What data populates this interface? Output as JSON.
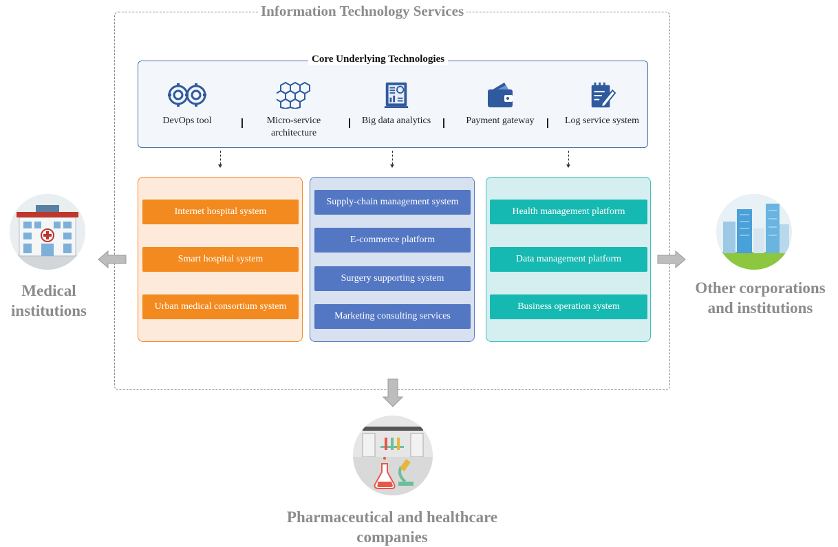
{
  "title": "Information Technology Services",
  "core": {
    "title": "Core Underlying Technologies",
    "items": [
      {
        "label": "DevOps tool",
        "icon": "devops-gears-icon"
      },
      {
        "label": "Micro-service architecture",
        "icon": "hexagon-cluster-icon"
      },
      {
        "label": "Big data analytics",
        "icon": "analytics-dashboard-icon"
      },
      {
        "label": "Payment gateway",
        "icon": "wallet-icon"
      },
      {
        "label": "Log service system",
        "icon": "notepad-pen-icon"
      }
    ]
  },
  "columns": {
    "orange": [
      "Internet hospital system",
      "Smart hospital system",
      "Urban medical consortium system"
    ],
    "blue": [
      "Supply-chain management system",
      "E-commerce platform",
      "Surgery supporting system",
      "Marketing consulting services"
    ],
    "teal": [
      "Health management platform",
      "Data management platform",
      "Business operation system"
    ]
  },
  "targets": {
    "left": "Medical institutions",
    "right": "Other corporations and institutions",
    "bottom": "Pharmaceutical and healthcare companies"
  },
  "colors": {
    "orange": "#f28a1f",
    "blue": "#5477c4",
    "teal": "#16b9b1",
    "icon_blue": "#2f5a9e",
    "label_grey": "#8c8c8c"
  }
}
